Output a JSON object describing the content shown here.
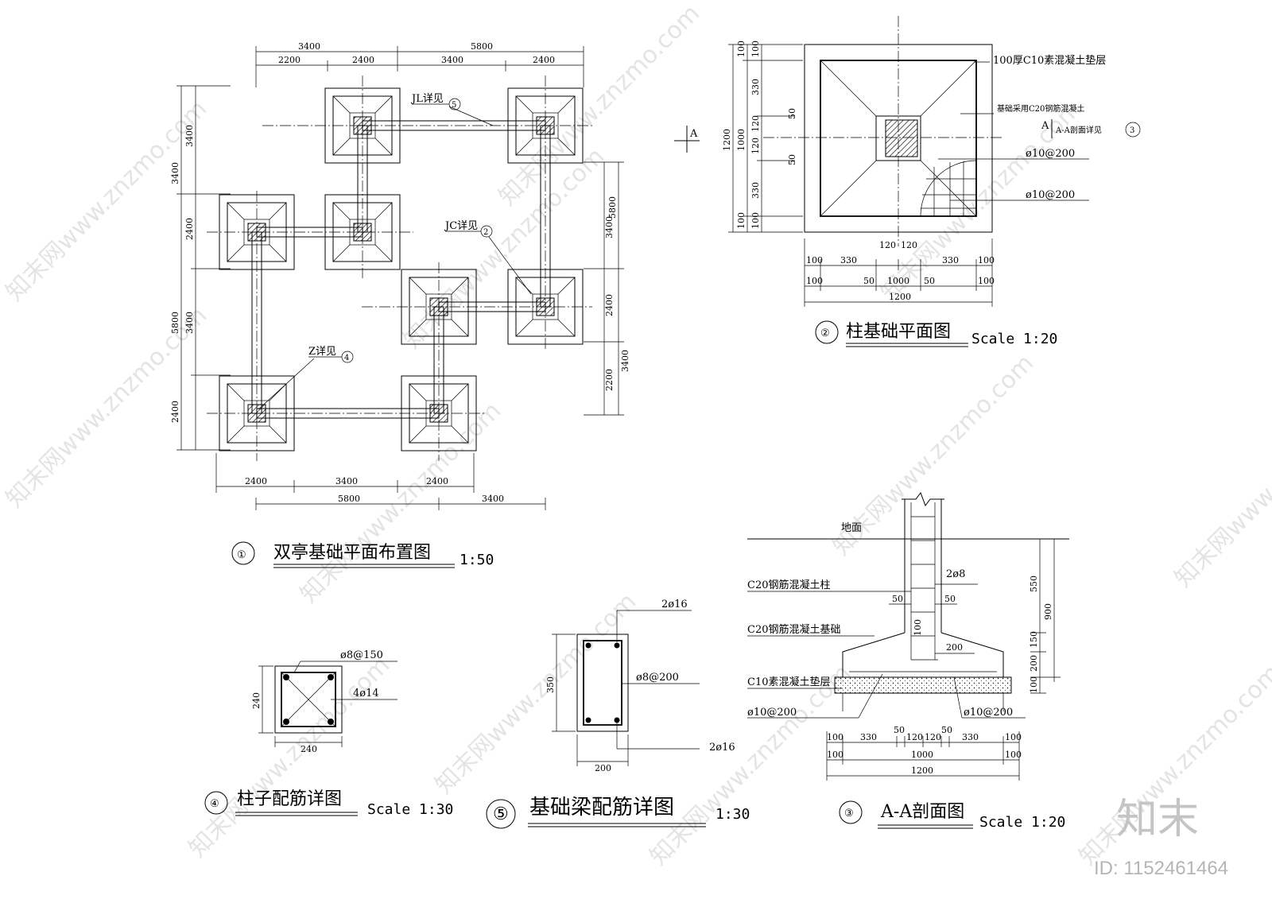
{
  "drawing1": {
    "number": "①",
    "title": "双亭基础平面布置图",
    "scale": "1:50",
    "top_dims_row1": [
      "3400",
      "5800"
    ],
    "top_dims_row2": [
      "2200",
      "2400",
      "3400",
      "2400"
    ],
    "bottom_dims_row1": [
      "2400",
      "3400",
      "2400"
    ],
    "bottom_dims_row2": [
      "5800",
      "3400"
    ],
    "left_dims_outer": [
      "3400",
      "5800"
    ],
    "left_dims_inner": [
      "3400",
      "2400",
      "3400",
      "2400"
    ],
    "right_dims_outer": [
      "5800",
      "3400"
    ],
    "right_dims_inner": [
      "3400",
      "2400",
      "2200"
    ],
    "callout_jl": "JL详见",
    "callout_jl_num": "5",
    "callout_jc": "JC详见",
    "callout_jc_num": "2",
    "callout_z": "Z详见",
    "callout_z_num": "4"
  },
  "drawing2": {
    "number": "②",
    "title": "柱基础平面图",
    "scale": "Scale 1:20",
    "note_cushion": "100厚C10素混凝土垫层",
    "note_concrete": "基础采用C20钢筋混凝土",
    "section_mark": "A",
    "section_ref": "A-A剖面详见",
    "section_ref_num": "3",
    "rebar1": "ø10@200",
    "rebar2": "ø10@200",
    "left_dims_outer": [
      "1200"
    ],
    "left_dims_mid": [
      "1000"
    ],
    "left_dims_inner": [
      "100",
      "330",
      "120",
      "120",
      "330",
      "100"
    ],
    "left_small_dims": [
      "100",
      "50",
      "50",
      "100"
    ],
    "bottom_dims_row1": [
      "100",
      "330",
      "120",
      "120",
      "330",
      "100"
    ],
    "bottom_dims_row2": [
      "100",
      "50",
      "1000",
      "50",
      "100"
    ],
    "bottom_total": "1200"
  },
  "drawing3": {
    "number": "③",
    "title": "A-A剖面图",
    "scale": "Scale 1:20",
    "ground": "地面",
    "col_label": "C20钢筋混凝土柱",
    "found_label": "C20钢筋混凝土基础",
    "cushion_label": "C10素混凝土垫层",
    "rebar_col": "2ø8",
    "rebar_left": "ø10@200",
    "rebar_right": "ø10@200",
    "dim_50a": "50",
    "dim_50b": "50",
    "dim_100": "100",
    "dim_200": "200",
    "right_dims": [
      "550",
      "150",
      "200",
      "100"
    ],
    "right_total": "900",
    "bottom_dims_row1": [
      "100",
      "330",
      "50",
      "120",
      "120",
      "50",
      "330",
      "100"
    ],
    "bottom_dims_row2": [
      "100",
      "1000",
      "100"
    ],
    "bottom_total": "1200"
  },
  "drawing4": {
    "number": "④",
    "title": "柱子配筋详图",
    "scale": "Scale 1:30",
    "stirrup": "ø8@150",
    "main_bars": "4ø14",
    "width": "240",
    "height": "240"
  },
  "drawing5": {
    "number": "⑤",
    "title": "基础梁配筋详图",
    "scale": "1:30",
    "top_bars": "2ø16",
    "stirrup": "ø8@200",
    "bottom_bars": "2ø16",
    "height": "350",
    "width": "200"
  },
  "watermark": {
    "text": "知末网www.znzmo.com",
    "brand": "知末",
    "id": "ID: 1152461464"
  }
}
